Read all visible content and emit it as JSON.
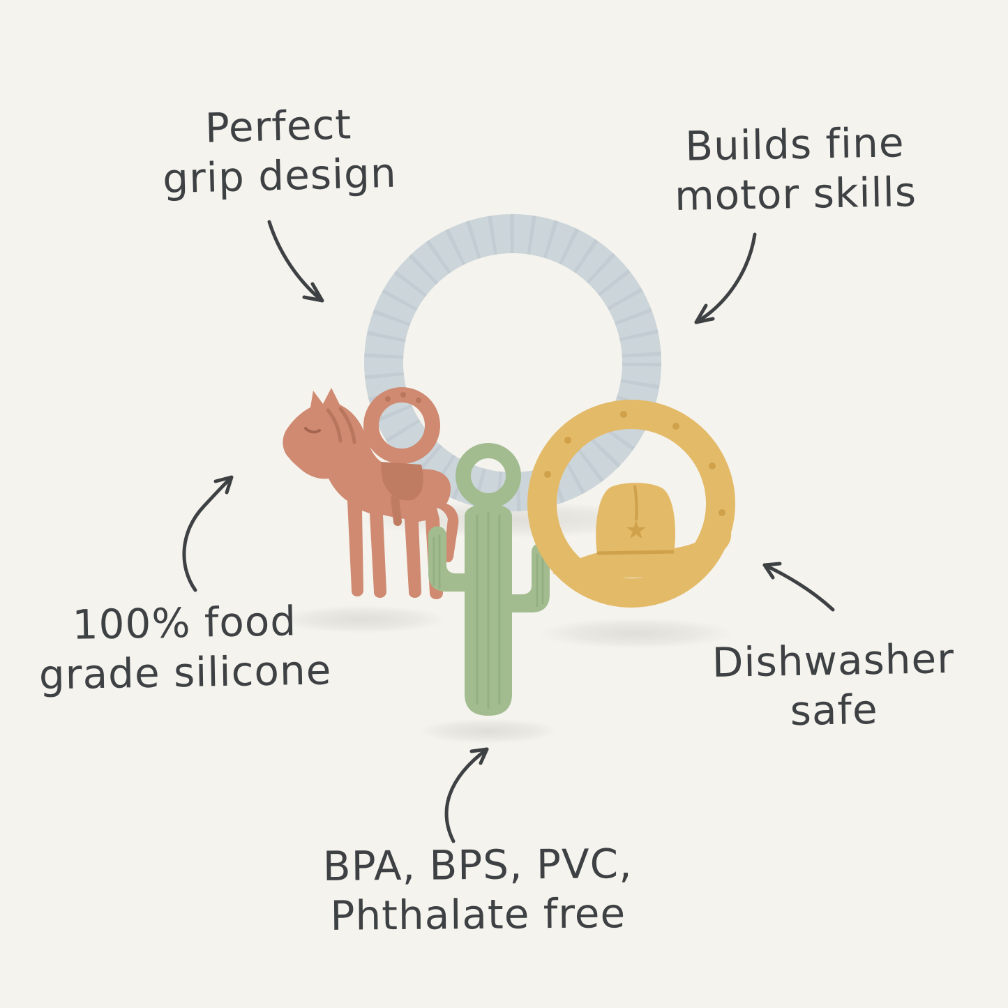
{
  "page": {
    "background_color": "#f5f3ed",
    "text_color": "#3e4144"
  },
  "annotations": {
    "grip": {
      "line1": "Perfect",
      "line2": "grip design"
    },
    "motor_skills": {
      "line1": "Builds fine",
      "line2": "motor skills"
    },
    "silicone": {
      "line1": "100% food",
      "line2": "grade silicone"
    },
    "dishwasher": {
      "line1": "Dishwasher",
      "line2": "safe"
    },
    "materials": {
      "line1": "BPA, BPS, PVC,",
      "line2": "Phthalate free"
    }
  },
  "product": {
    "colors": {
      "ring": "#ccd5da",
      "horse": "#cf8a71",
      "cactus": "#a2bc90",
      "hat": "#e3ba68"
    },
    "charms": [
      "rope-ring",
      "horse",
      "cactus",
      "cowboy-hat"
    ],
    "hat_star_glyph": "★"
  }
}
